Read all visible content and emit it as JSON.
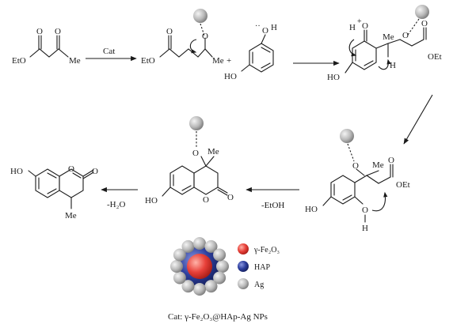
{
  "reactant": {
    "left_label": "EtO",
    "right_label": "Me"
  },
  "step1": {
    "arrow_label": "Cat"
  },
  "plus": "+",
  "complex1": {
    "left_label": "EtO",
    "right_label": "Me"
  },
  "resorcinol": {
    "ho_label": "HO"
  },
  "intermediate2": {
    "h_plus": "H",
    "plus_sign": "+",
    "me": "Me",
    "oet": "OEt",
    "ho": "HO",
    "h": "H"
  },
  "intermediate3": {
    "me": "Me",
    "oet": "OEt",
    "ho": "HO",
    "h": "H"
  },
  "intermediate4": {
    "me": "Me",
    "ho": "HO"
  },
  "step_etoh": {
    "arrow_label": "-EtOH"
  },
  "step_h2o": {
    "arrow_label": "-H₂O"
  },
  "product": {
    "ho": "HO",
    "me": "Me"
  },
  "legend": {
    "items": [
      {
        "label": "γ-Fe₂O₃",
        "color": "#e8413a"
      },
      {
        "label": "HAP",
        "color": "#2d3f9e"
      },
      {
        "label": "Ag",
        "color": "#b5b5b5"
      }
    ]
  },
  "caption": "Cat: γ-Fe₂O₃@HAp-Ag NPs",
  "colors": {
    "ag": "#b8b8b8",
    "fe2o3": "#e8413a",
    "hap": "#2d3f9e"
  }
}
